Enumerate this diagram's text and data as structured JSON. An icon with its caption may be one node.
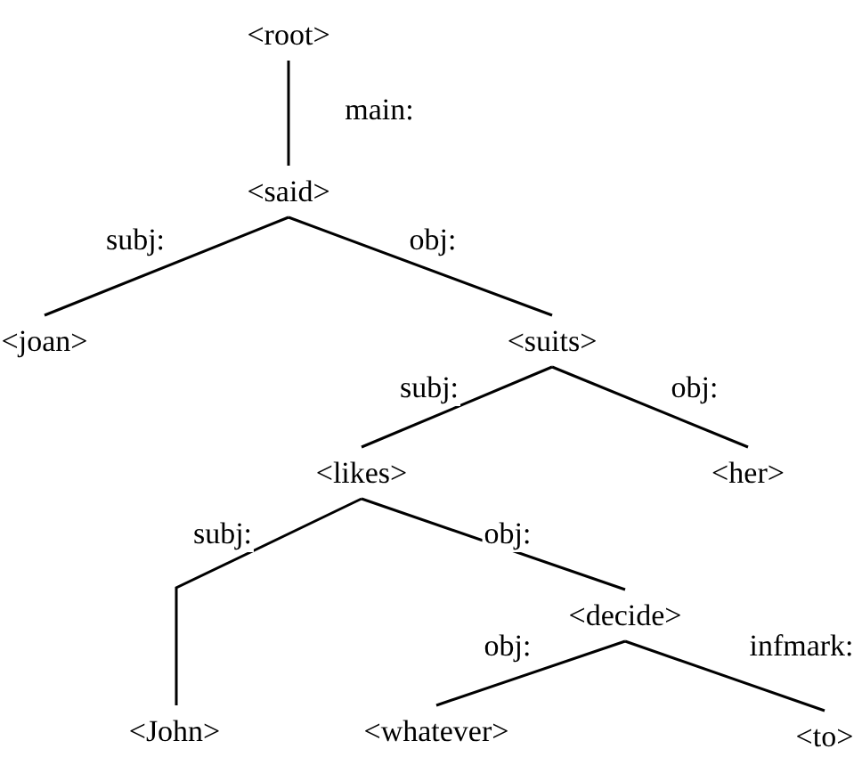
{
  "diagram": {
    "nodes": [
      {
        "text": [
          "<root>"
        ]
      },
      {
        "text": [
          "<said>"
        ]
      },
      {
        "text": [
          "<joan>"
        ]
      },
      {
        "text": [
          "<suits>"
        ]
      },
      {
        "text": [
          "<likes>"
        ]
      },
      {
        "text": [
          "<her>"
        ]
      },
      {
        "text": [
          "<John>"
        ]
      },
      {
        "text": [
          "<decide>"
        ]
      },
      {
        "text": [
          "<whatever>"
        ]
      },
      {
        "text": [
          "<to>"
        ]
      }
    ],
    "edges": [
      {
        "from": 0,
        "to": 1,
        "arrow": "none",
        "label": "main:"
      },
      {
        "from": 1,
        "to": 2,
        "arrow": "none",
        "label": "subj:"
      },
      {
        "from": 1,
        "to": 3,
        "arrow": "none",
        "label": "obj:"
      },
      {
        "from": 3,
        "to": 4,
        "arrow": "none",
        "label": "subj:"
      },
      {
        "from": 3,
        "to": 5,
        "arrow": "none",
        "label": "obj:"
      },
      {
        "from": 4,
        "to": 6,
        "arrow": "none",
        "label": "subj:"
      },
      {
        "from": 4,
        "to": 7,
        "arrow": "none",
        "label": "obj:"
      },
      {
        "from": 7,
        "to": 8,
        "arrow": "none",
        "label": "obj:"
      },
      {
        "from": 7,
        "to": 9,
        "arrow": "none",
        "label": "infmark:"
      }
    ]
  }
}
